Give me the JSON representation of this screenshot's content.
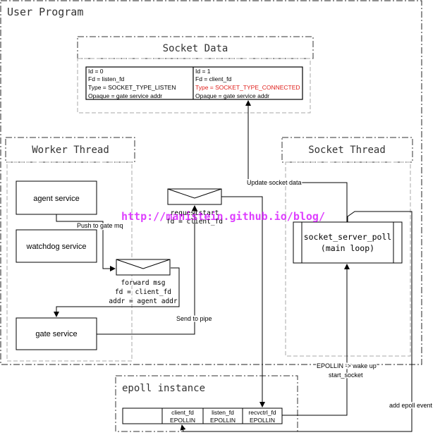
{
  "user_program": {
    "title": "User Program"
  },
  "socket_data": {
    "title": "Socket Data",
    "left_cell": [
      "Id = 0",
      "Fd = listen_fd",
      "Type = SOCKET_TYPE_LISTEN",
      "Opaque = gate service addr"
    ],
    "right_cell": [
      "Id = 1",
      "Fd = client_fd",
      "Type = SOCKET_TYPE_CONNECTED",
      "Opaque = gate service addr"
    ],
    "highlight_color": "#e0211d"
  },
  "worker_thread": {
    "title": "Worker Thread",
    "agent_service": "agent service",
    "watchdog_service": "watchdog service",
    "gate_service": "gate service",
    "push_label": "Push to gate mq",
    "forward_msg": [
      "forward msg",
      "fd = client_fd",
      "addr = agent addr"
    ]
  },
  "socket_thread": {
    "title": "Socket Thread",
    "poll_box": [
      "socket_server_poll",
      "(main loop)"
    ]
  },
  "request_start": [
    "requeststart",
    "fd = client_fd"
  ],
  "labels": {
    "update_socket_data": "Update socket data",
    "send_to_pipe": "Send to pipe",
    "epollin_wakeup": "EPOLLIN -> wake up",
    "start_socket": "start_socket",
    "add_epoll_event": "add epoll event"
  },
  "epoll": {
    "title": "epoll instance",
    "cells": [
      {
        "name": "",
        "event": ""
      },
      {
        "name": "client_fd",
        "event": "EPOLLIN"
      },
      {
        "name": "listen_fd",
        "event": "EPOLLIN"
      },
      {
        "name": "recvctrl_fd",
        "event": "EPOLLIN"
      }
    ]
  },
  "watermark": "http://manistein.github.io/blog/",
  "watermark_color": "#d400ff"
}
